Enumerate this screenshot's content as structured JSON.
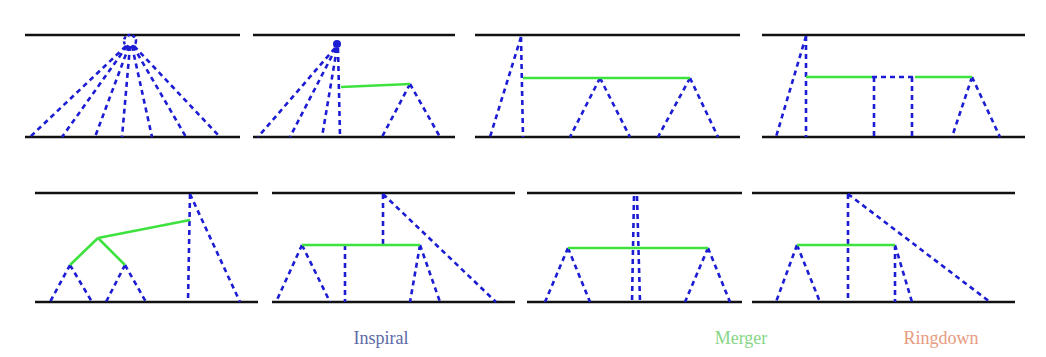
{
  "diagram": {
    "labels": [
      "Inspiral",
      "Merger",
      "Ringdown"
    ]
  }
}
